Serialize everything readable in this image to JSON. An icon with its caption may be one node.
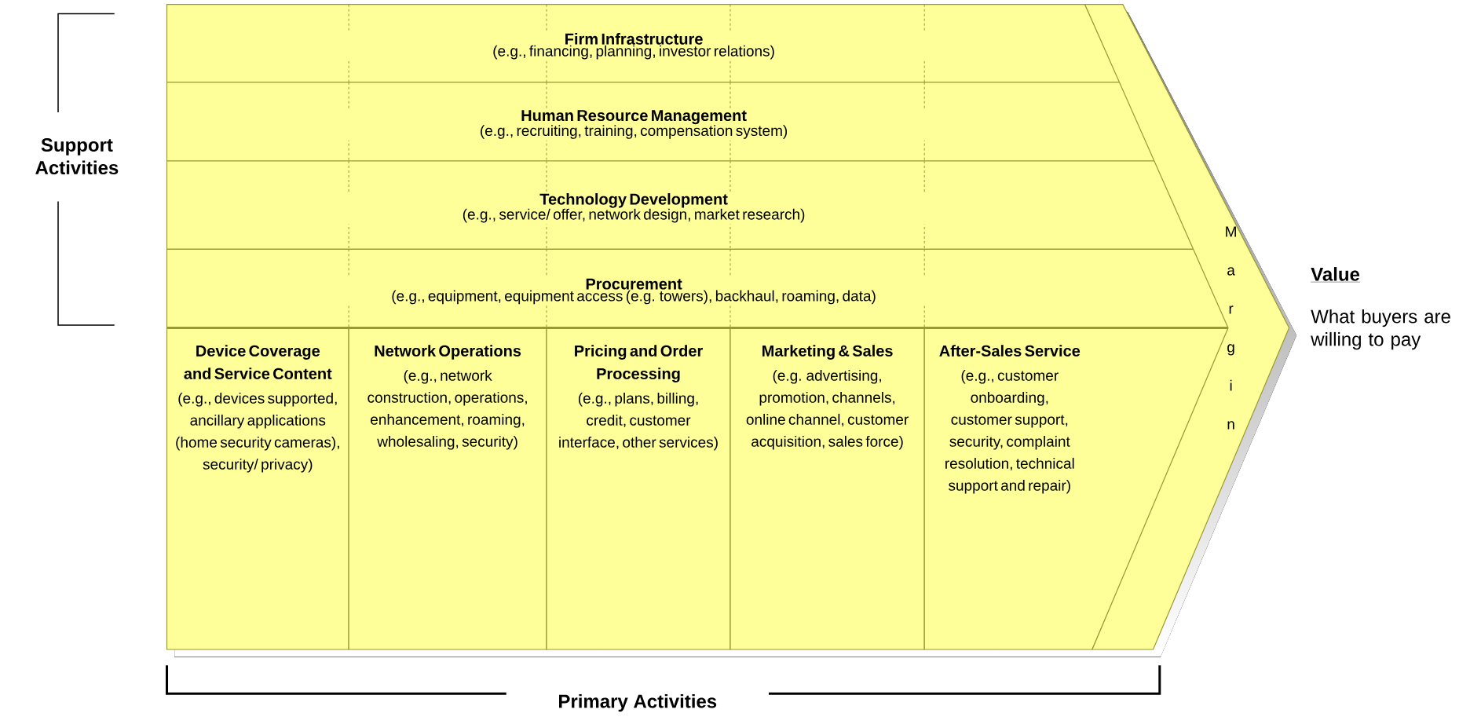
{
  "diagram": {
    "nodes": [
      {
        "text": [
          "Firm Infrastructure",
          "(e.g., financing, planning, investor relations)"
        ]
      },
      {
        "text": [
          "Human Resource Management",
          "(e.g., recruiting, training, compensation system)"
        ]
      },
      {
        "text": [
          "Technology Development",
          "(e.g., service/ offer, network design, market research)"
        ]
      },
      {
        "text": [
          "Procurement",
          "(e.g., equipment, equipment access (e.g. towers), backhaul, roaming, data)"
        ]
      },
      {
        "text": [
          "Device Coverage and Service Content",
          "(e.g., devices supported, ancillary applications (home security cameras), security/ privacy)"
        ]
      },
      {
        "text": [
          "Network Operations",
          "(e.g., network construction, operations, enhancement, roaming, wholesaling, security)"
        ]
      },
      {
        "text": [
          "Pricing and Order Processing",
          "(e.g., plans, billing, credit, customer interface, other services)"
        ]
      },
      {
        "text": [
          "Marketing & Sales",
          "(e.g. advertising, promotion, channels, online channel, customer acquisition, sales force)"
        ]
      },
      {
        "text": [
          "After-Sales Service",
          "(e.g., customer onboarding, customer support, security, complaint resolution, technical support and repair)"
        ]
      },
      {
        "text": [
          "Margin"
        ]
      }
    ],
    "labels": [
      "Support Activities",
      "Value",
      "What buyers are willing to pay",
      "Primary Activities"
    ]
  }
}
